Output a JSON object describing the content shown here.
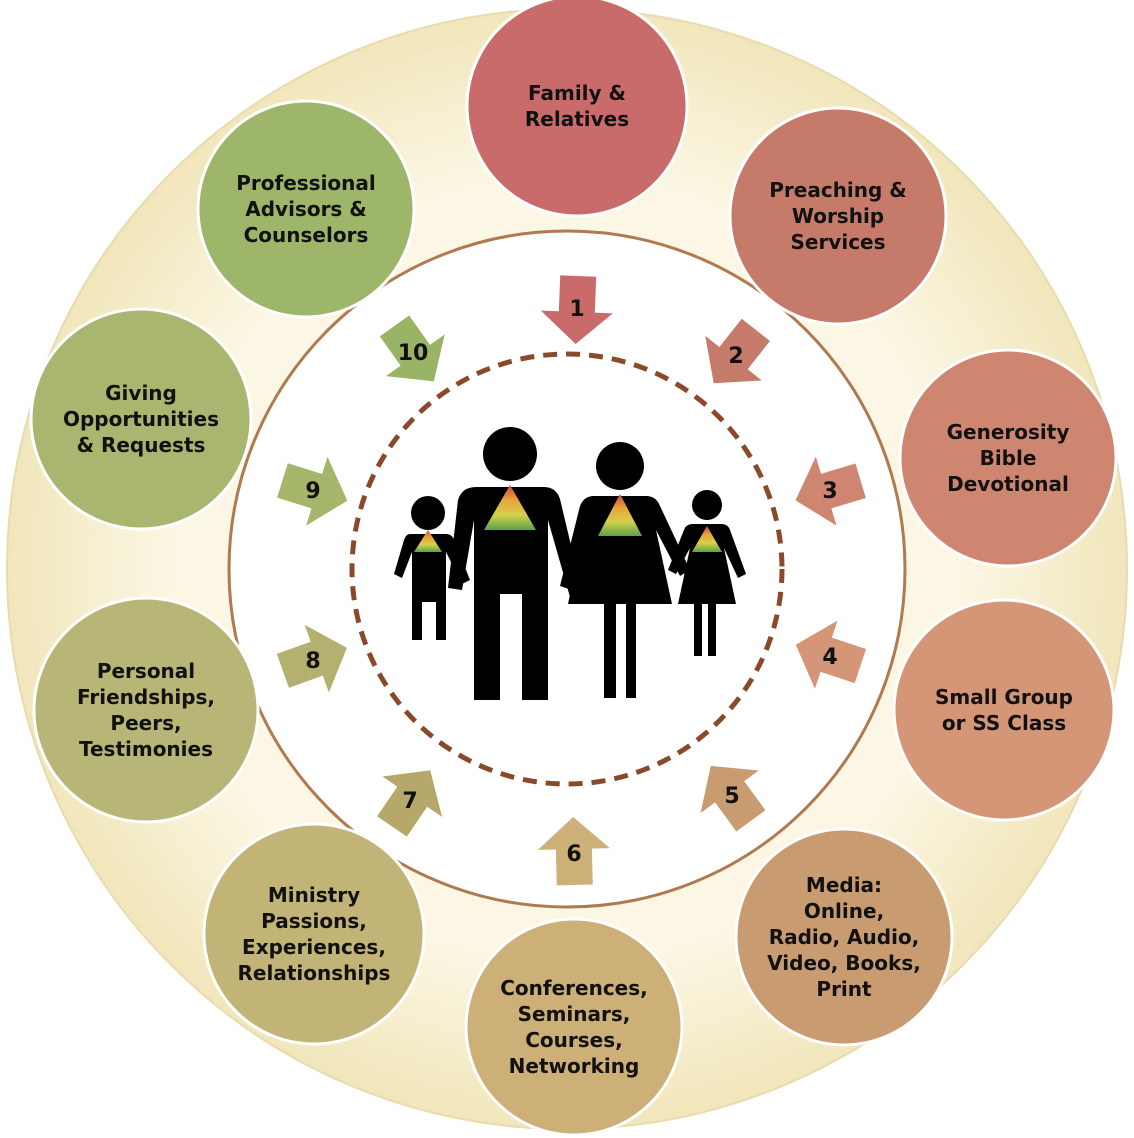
{
  "nodes": [
    {
      "id": 1,
      "lines": [
        "Family &",
        "Relatives"
      ],
      "color": "#c96b6b"
    },
    {
      "id": 2,
      "lines": [
        "Preaching &",
        "Worship",
        "Services"
      ],
      "color": "#c67a6a"
    },
    {
      "id": 3,
      "lines": [
        "Generosity",
        "Bible",
        "Devotional"
      ],
      "color": "#cf8670"
    },
    {
      "id": 4,
      "lines": [
        "Small Group",
        "or SS Class"
      ],
      "color": "#d49676"
    },
    {
      "id": 5,
      "lines": [
        "Media:",
        "Online,",
        "Radio, Audio,",
        "Video, Books,",
        "Print"
      ],
      "color": "#c99b70"
    },
    {
      "id": 6,
      "lines": [
        "Conferences,",
        "Seminars,",
        "Courses,",
        "Networking"
      ],
      "color": "#cdaf78"
    },
    {
      "id": 7,
      "lines": [
        "Ministry",
        "Passions,",
        "Experiences,",
        "Relationships"
      ],
      "color": "#c2b476"
    },
    {
      "id": 8,
      "lines": [
        "Personal",
        "Friendships,",
        "Peers,",
        "Testimonies"
      ],
      "color": "#b8b677"
    },
    {
      "id": 9,
      "lines": [
        "Giving",
        "Opportunities",
        "& Requests"
      ],
      "color": "#a9b670"
    },
    {
      "id": 10,
      "lines": [
        "Professional",
        "Advisors &",
        "Counselors"
      ],
      "color": "#9db669"
    }
  ],
  "arrows": [
    {
      "label": "1",
      "color": "#c96b6b"
    },
    {
      "label": "2",
      "color": "#c67a6a"
    },
    {
      "label": "3",
      "color": "#cf8670"
    },
    {
      "label": "4",
      "color": "#d49676"
    },
    {
      "label": "5",
      "color": "#c99b70"
    },
    {
      "label": "6",
      "color": "#cdaf78"
    },
    {
      "label": "7",
      "color": "#b5a86a"
    },
    {
      "label": "8",
      "color": "#b3b070"
    },
    {
      "label": "9",
      "color": "#a5b56a"
    },
    {
      "label": "10",
      "color": "#98b464"
    }
  ],
  "center_icon": "family-icon",
  "colors": {
    "outer_ring": "#f7f1d2",
    "ring_border": "#b07a50",
    "inner_disc": "#ffffff",
    "dashed_circle": "#8a4a2a",
    "figures": "#000000"
  }
}
